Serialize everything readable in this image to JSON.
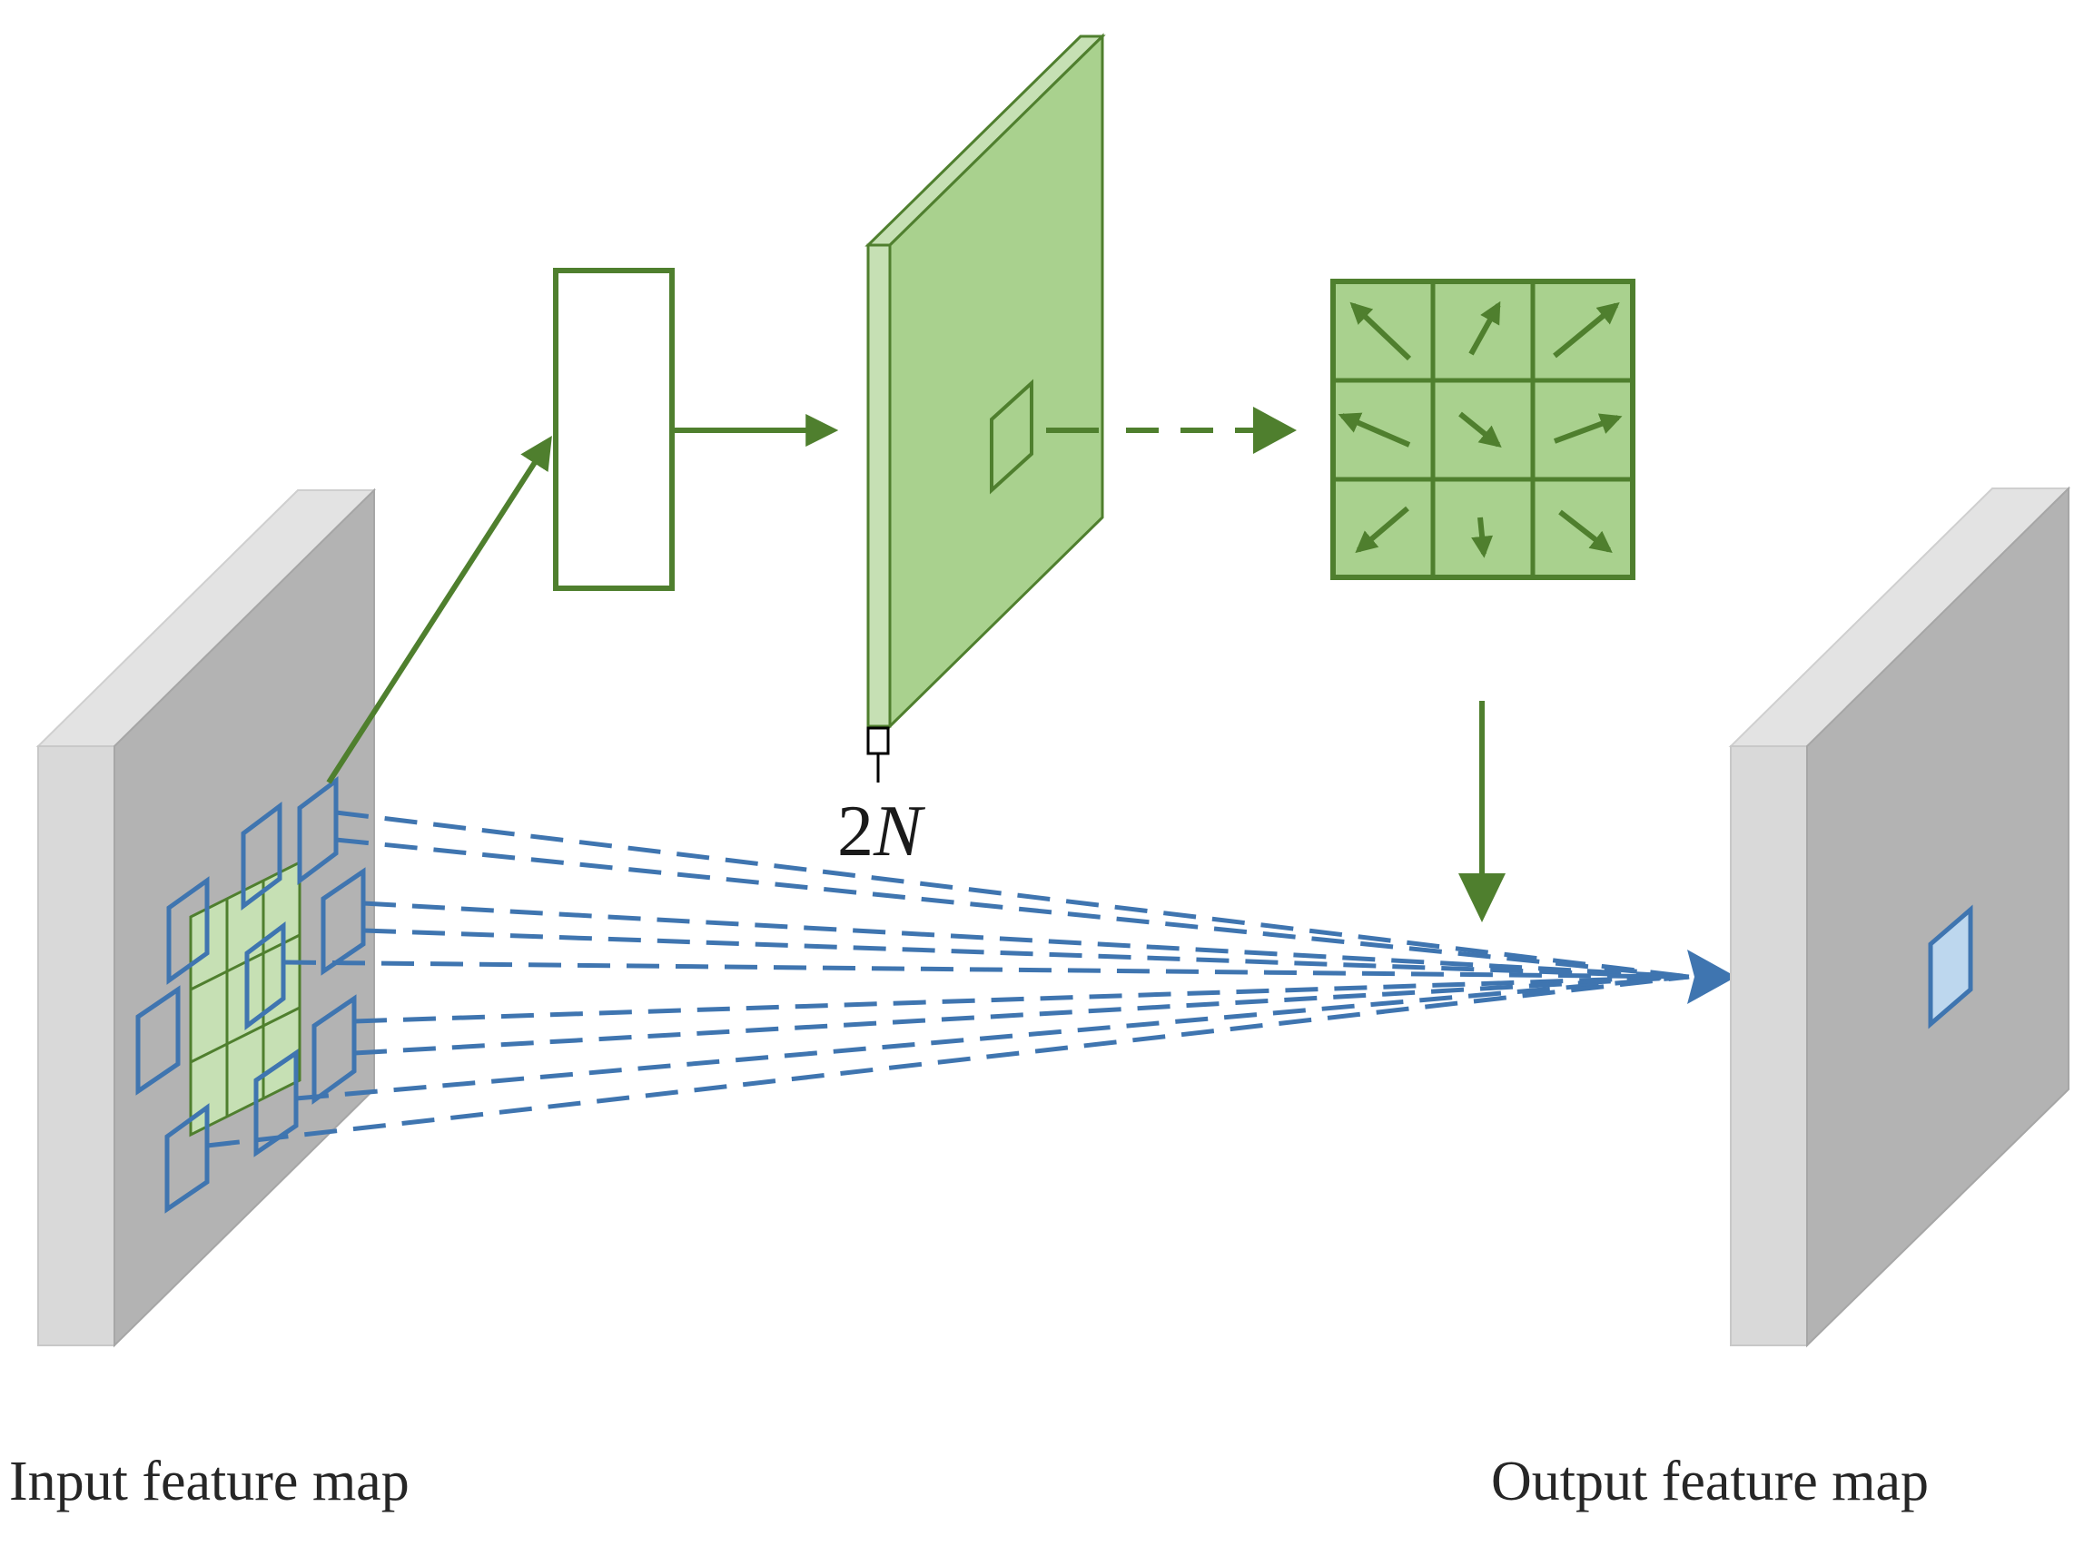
{
  "labels": {
    "input_caption": "Input feature map",
    "output_caption": "Output feature map",
    "channel_dim_number": "2",
    "channel_dim_symbol": "N"
  },
  "offset_grid": {
    "rows": 3,
    "cols": 3,
    "arrow_directions": [
      "up-left",
      "up-right",
      "up-right",
      "up-left",
      "down-right",
      "up-right",
      "down-left",
      "down",
      "down-right"
    ]
  },
  "colors": {
    "green_dark": "#4f7f2e",
    "green_fill": "#a9d18e",
    "green_light": "#c6e0b4",
    "blue": "#3f75b0",
    "blue_fill": "#bdd7ee",
    "gray_face": "#b3b3b3",
    "gray_side": "#d9d9d9"
  }
}
